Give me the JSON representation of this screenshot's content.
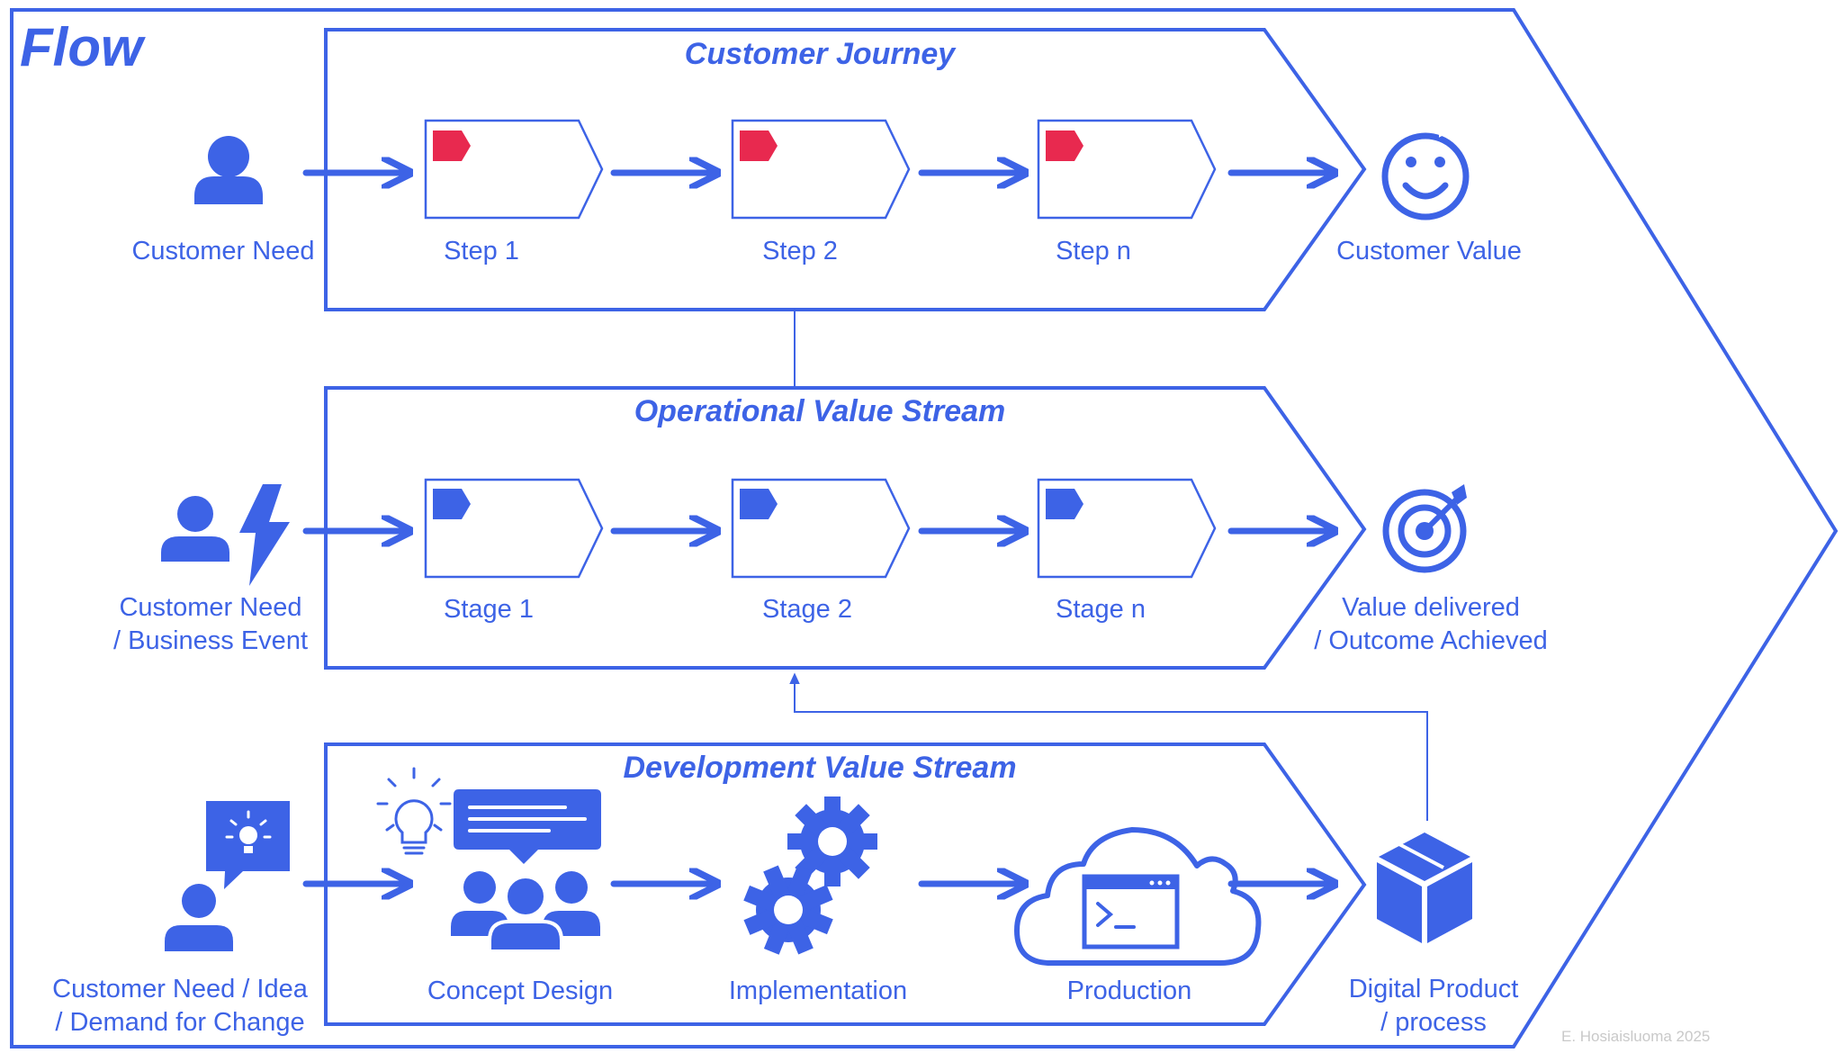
{
  "title": "Flow",
  "credit": "E. Hosiaisluoma 2025",
  "colors": {
    "primary": "#3d63e6",
    "accent": "#e8294f"
  },
  "lanes": {
    "journey": {
      "title": "Customer Journey",
      "start": "Customer Need",
      "steps": [
        "Step 1",
        "Step 2",
        "Step n"
      ],
      "end": "Customer Value"
    },
    "operational": {
      "title": "Operational Value Stream",
      "start_line1": "Customer Need",
      "start_line2": "/ Business Event",
      "stages": [
        "Stage 1",
        "Stage 2",
        "Stage n"
      ],
      "end_line1": "Value delivered",
      "end_line2": "/ Outcome Achieved"
    },
    "development": {
      "title": "Development Value Stream",
      "start_line1": "Customer Need / Idea",
      "start_line2": "/ Demand for Change",
      "phases": [
        "Concept Design",
        "Implementation",
        "Production"
      ],
      "end_line1": "Digital Product",
      "end_line2": "/ process"
    }
  },
  "icons": {
    "journey_start": "person-icon",
    "journey_end": "smiley-face-icon",
    "operational_start": "person-with-lightning-icon",
    "operational_end": "target-icon",
    "development_start": "person-with-idea-bubble-icon",
    "concept": "team-discussion-idea-icon",
    "implementation": "gears-icon",
    "production": "cloud-terminal-icon",
    "development_end": "package-box-icon"
  }
}
